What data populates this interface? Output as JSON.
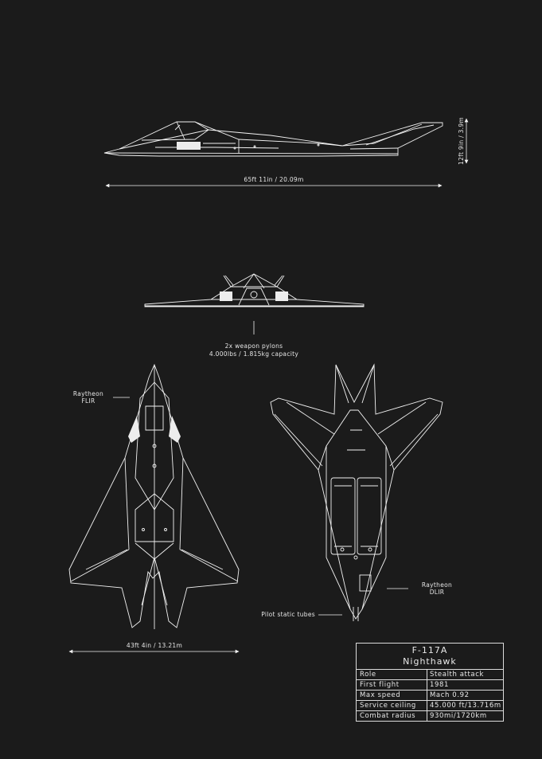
{
  "dimensions": {
    "length": "65ft 11in / 20.09m",
    "height": "12ft 9in / 3.9m",
    "span": "43ft 4in / 13.21m"
  },
  "annotations": {
    "pylons_line1": "2x weapon pylons",
    "pylons_line2": "4.000lbs / 1.815kg capacity",
    "flir_line1": "Raytheon",
    "flir_line2": "FLIR",
    "dlir_line1": "Raytheon",
    "dlir_line2": "DLIR",
    "pitot": "Pilot static tubes"
  },
  "spec": {
    "title": "F-117A",
    "subtitle": "Nighthawk",
    "rows": [
      {
        "label": "Role",
        "value": "Stealth attack"
      },
      {
        "label": "First flight",
        "value": "1981"
      },
      {
        "label": "Max speed",
        "value": "Mach 0.92"
      },
      {
        "label": "Service ceiling",
        "value": "45.000 ft/13.716m"
      },
      {
        "label": "Combat radius",
        "value": "930mi/1720km"
      }
    ]
  },
  "colors": {
    "background": "#1b1b1b",
    "line": "#f2f2f2"
  }
}
